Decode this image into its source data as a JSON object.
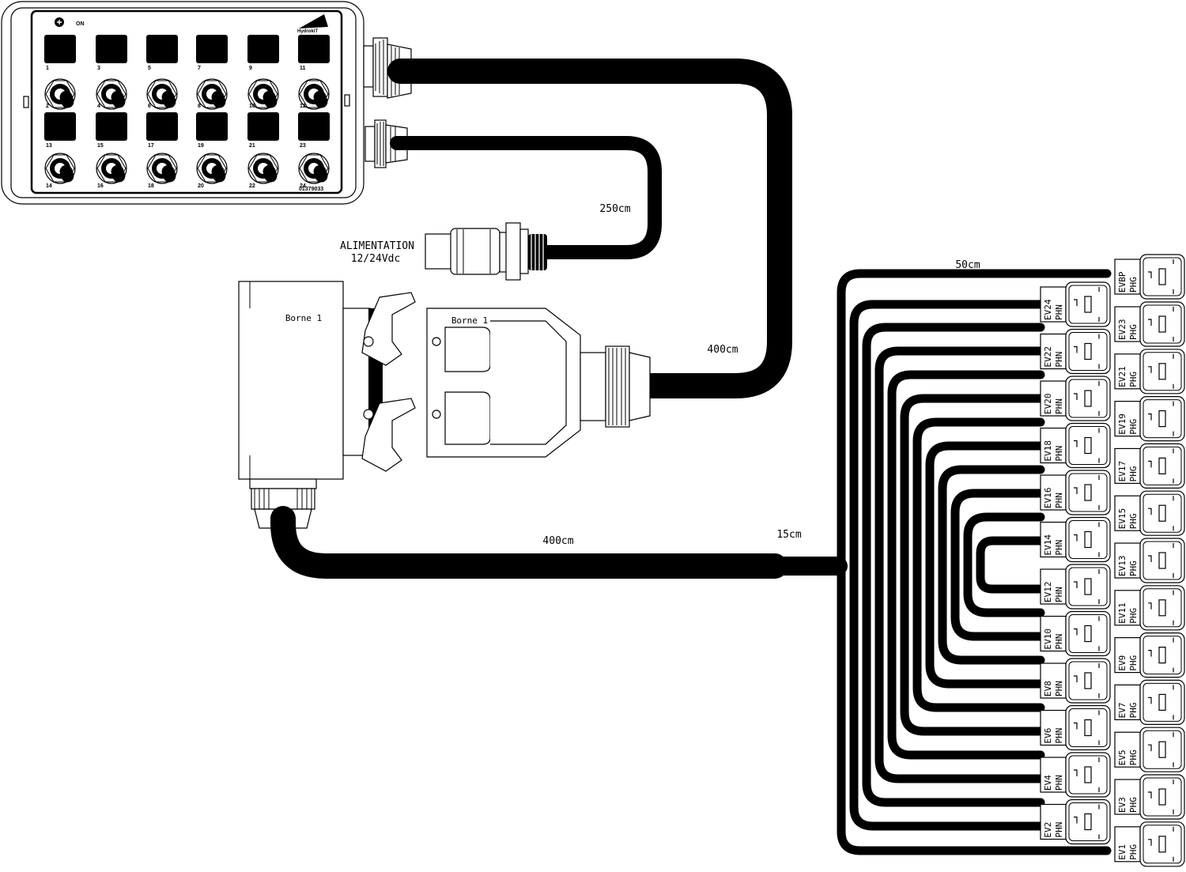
{
  "control_box": {
    "on_label": "ON",
    "brand": "HydrokiT",
    "serial": "01379033",
    "switch_numbers": [
      "1",
      "2",
      "3",
      "4",
      "5",
      "6",
      "7",
      "8",
      "9",
      "10",
      "11",
      "12",
      "13",
      "14",
      "15",
      "16",
      "17",
      "18",
      "19",
      "20",
      "21",
      "22",
      "23",
      "24"
    ]
  },
  "power": {
    "line1": "ALIMENTATION",
    "line2": "12/24Vdc"
  },
  "connectors": {
    "left_label": "Borne 1",
    "right_label": "Borne 1"
  },
  "cable_lengths": {
    "power_cable": "250cm",
    "box_cable": "400cm",
    "main_cable": "400cm",
    "split": "15cm",
    "branch": "50cm"
  },
  "valves": {
    "top": {
      "name": "EVBP",
      "type": "PHG"
    },
    "inner": [
      {
        "name": "EV24",
        "type": "PHN"
      },
      {
        "name": "EV22",
        "type": "PHN"
      },
      {
        "name": "EV20",
        "type": "PHN"
      },
      {
        "name": "EV18",
        "type": "PHN"
      },
      {
        "name": "EV16",
        "type": "PHN"
      },
      {
        "name": "EV14",
        "type": "PHN"
      },
      {
        "name": "EV12",
        "type": "PHN"
      },
      {
        "name": "EV10",
        "type": "PHN"
      },
      {
        "name": "EV8",
        "type": "PHN"
      },
      {
        "name": "EV6",
        "type": "PHN"
      },
      {
        "name": "EV4",
        "type": "PHN"
      },
      {
        "name": "EV2",
        "type": "PHN"
      }
    ],
    "outer": [
      {
        "name": "EV23",
        "type": "PHG"
      },
      {
        "name": "EV21",
        "type": "PHG"
      },
      {
        "name": "EV19",
        "type": "PHG"
      },
      {
        "name": "EV17",
        "type": "PHG"
      },
      {
        "name": "EV15",
        "type": "PHG"
      },
      {
        "name": "EV13",
        "type": "PHG"
      },
      {
        "name": "EV11",
        "type": "PHG"
      },
      {
        "name": "EV9",
        "type": "PHG"
      },
      {
        "name": "EV7",
        "type": "PHG"
      },
      {
        "name": "EV5",
        "type": "PHG"
      },
      {
        "name": "EV3",
        "type": "PHG"
      },
      {
        "name": "EV1",
        "type": "PHG"
      }
    ]
  },
  "colors": {
    "ink": "#000000",
    "paper": "#ffffff"
  }
}
